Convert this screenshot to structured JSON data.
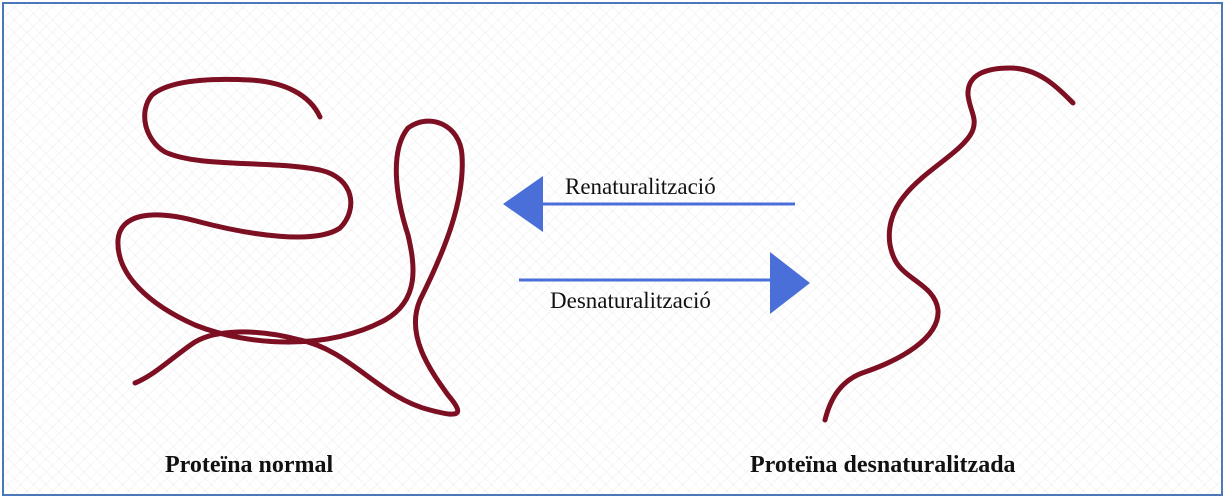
{
  "labels": {
    "renaturation": "Renaturalització",
    "denaturation": "Desnaturalització",
    "normal_protein": "Proteïna normal",
    "denatured_protein": "Proteïna desnaturalitzada"
  },
  "colors": {
    "protein_strand": "#7d0f22",
    "arrow": "#4a6fd8",
    "frame_border": "#4a78b8"
  }
}
